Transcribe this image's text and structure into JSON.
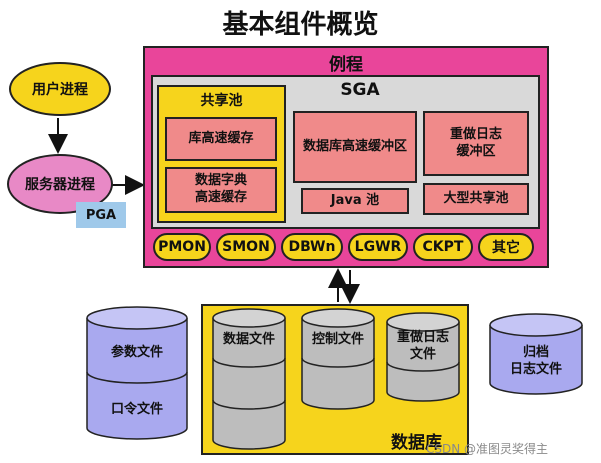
{
  "title": "基本组件概览",
  "user_process": "用户进程",
  "server_process": "服务器进程",
  "pga": "PGA",
  "instance": {
    "title": "例程",
    "sga": {
      "title": "SGA",
      "shared_pool": {
        "title": "共享池",
        "library_cache": "库高速缓存",
        "dictionary_cache": "数据字典\n高速缓存"
      },
      "buffer_cache": "数据库高速缓冲区",
      "redo_buffer": "重做日志\n缓冲区",
      "java_pool": "Java 池",
      "large_pool": "大型共享池"
    },
    "processes": [
      "PMON",
      "SMON",
      "DBWn",
      "LGWR",
      "CKPT",
      "其它"
    ]
  },
  "database": {
    "title": "数据库",
    "files": [
      "数据文件",
      "控制文件",
      "重做日志\n文件"
    ]
  },
  "outside_files": {
    "parameter_file": "参数文件",
    "password_file": "口令文件",
    "archive_log_files": "归档\n日志文件"
  },
  "colors": {
    "instance": "#e9459a",
    "yellow": "#f6d41c",
    "pink_box": "#f08a8a",
    "sga_gray": "#d9d9d9",
    "cylinder_blue": "#a9a9ef",
    "cylinder_gray": "#bdbdbd",
    "pga_blue": "#9fc9ea"
  },
  "watermark": "CSDN @准图灵奖得主"
}
